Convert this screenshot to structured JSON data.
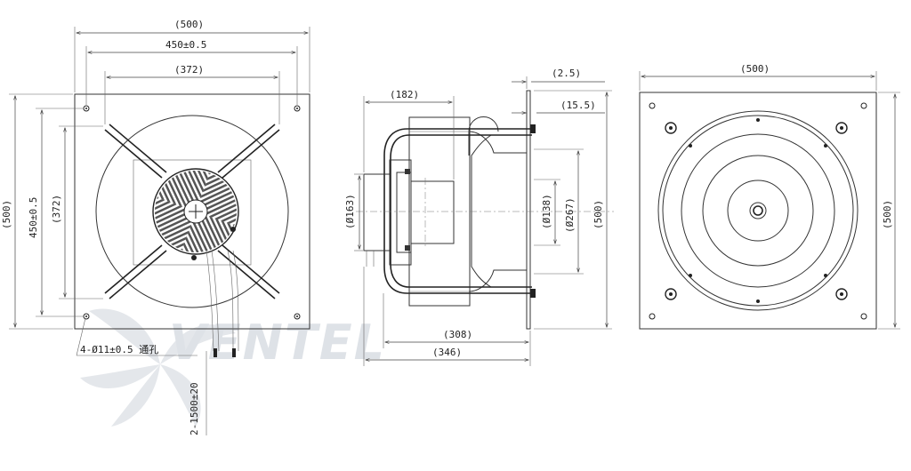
{
  "drawing": {
    "front_view": {
      "width_overall": "(500)",
      "hole_spacing_horizontal": "450±0.5",
      "inner_horizontal": "(372)",
      "height_overall": "(500)",
      "hole_spacing_vertical": "450±0.5",
      "inner_vertical": "(372)",
      "mounting_holes_note": "4-Ø11±0.5 通孔",
      "cable_length_note": "2-1500±20"
    },
    "side_view": {
      "motor_depth": "(182)",
      "plate_thickness": "(2.5)",
      "flange_offset": "(15.5)",
      "hub_diameter": "(Ø163)",
      "inlet_diameter": "(Ø138)",
      "outlet_diameter": "(Ø267)",
      "height_overall": "(500)",
      "depth_to_plate": "(308)",
      "total_depth": "(346)"
    },
    "rear_view": {
      "width_overall": "(500)",
      "height_overall": "(500)"
    },
    "watermark_text": "VENTEL"
  },
  "colors": {
    "line": "#333333",
    "watermark_gray": "#d9dde2",
    "watermark_blue": "#a9cdea"
  }
}
